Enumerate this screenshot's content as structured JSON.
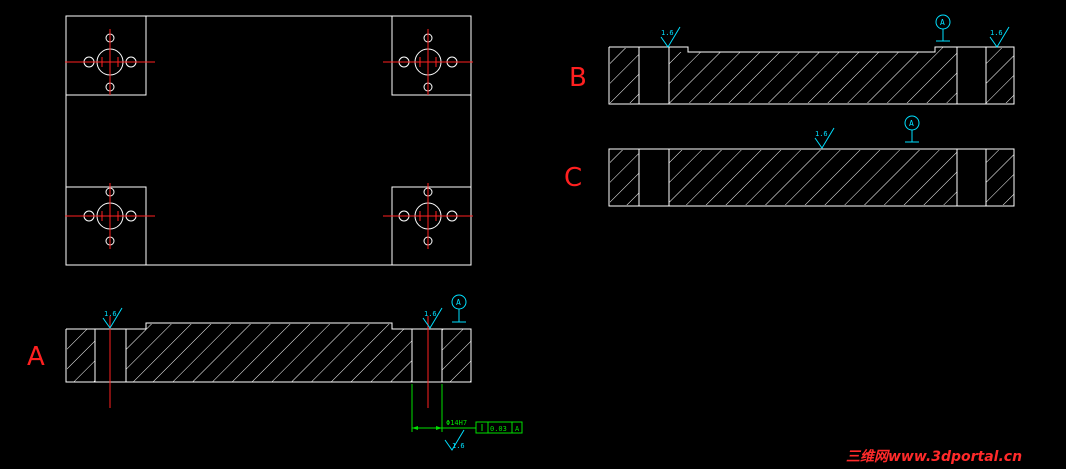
{
  "colors": {
    "background": "#000000",
    "outline": "#ffffff",
    "centerline": "#ff2020",
    "annotation": "#00e0ff",
    "dimension": "#00e000",
    "watermark": "#ff2a2a"
  },
  "section_labels": {
    "a": "A",
    "b": "B",
    "c": "C"
  },
  "roughness": {
    "a_left": "1.6",
    "a_right": "1.6",
    "b_left": "1.6",
    "b_right": "1.6",
    "c_mid": "1.6",
    "dim_bottom": "1.6"
  },
  "datum": {
    "a": "A",
    "b": "A",
    "c": "A"
  },
  "dimension": {
    "bore": "Φ14H7",
    "tolerance_value": "0.03",
    "tolerance_datum": "A"
  },
  "watermark": "三维网www.3dportal.cn"
}
